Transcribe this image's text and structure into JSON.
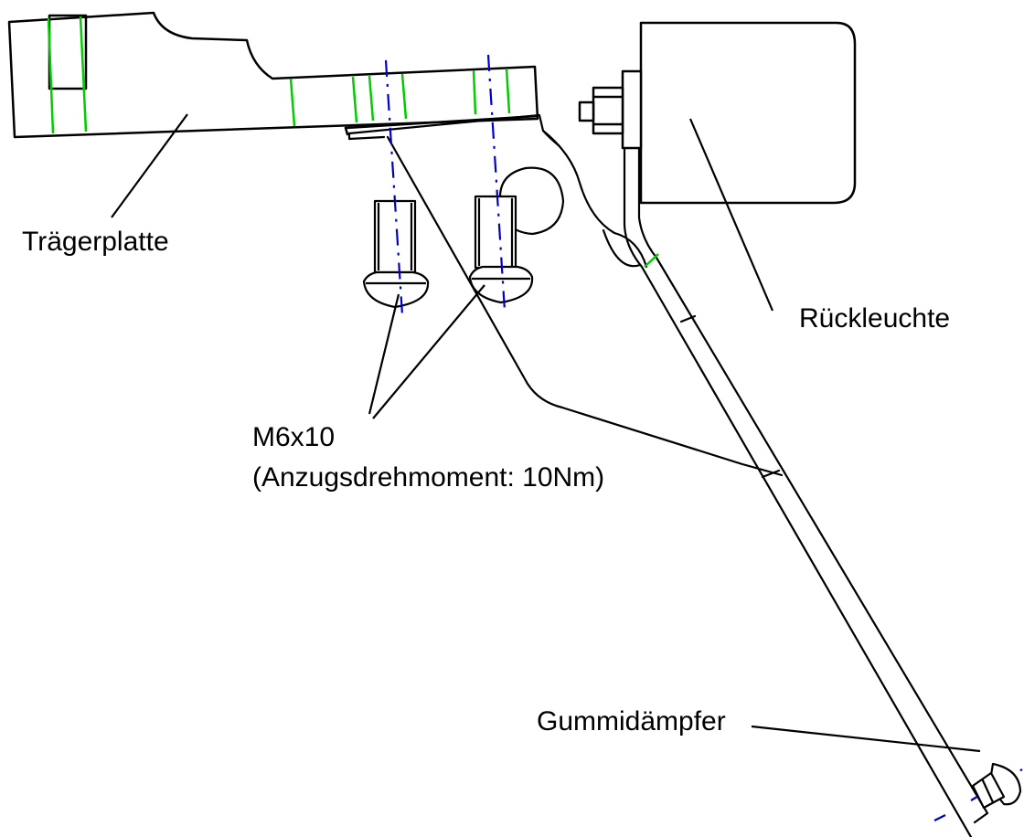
{
  "labels": {
    "traegerplatte": "Trägerplatte",
    "rueckleuchte": "Rückleuchte",
    "screw_size": "M6x10",
    "screw_torque": "(Anzugsdrehmoment: 10Nm)",
    "gummidaempfer": "Gummidämpfer"
  },
  "colors": {
    "outline": "#000000",
    "hidden_edge": "#00cc00",
    "center_line": "#0000cc",
    "background": "#ffffff"
  }
}
